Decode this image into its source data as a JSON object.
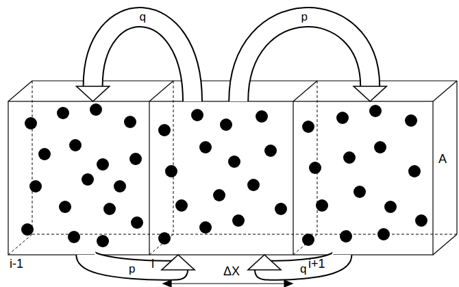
{
  "diagram": {
    "nodes": [
      {
        "text": [
          "i-1"
        ]
      },
      {
        "text": [
          "i"
        ]
      },
      {
        "text": [
          "i+1"
        ]
      }
    ],
    "edges": [
      {
        "from": 1,
        "to": 0,
        "arrow": "to",
        "label": "q"
      },
      {
        "from": 1,
        "to": 2,
        "arrow": "to",
        "label": "p"
      },
      {
        "from": 0,
        "to": 1,
        "arrow": "to",
        "label": "p"
      },
      {
        "from": 2,
        "to": 1,
        "arrow": "to",
        "label": "q"
      }
    ],
    "labels": [
      "A",
      "ΔX"
    ]
  }
}
